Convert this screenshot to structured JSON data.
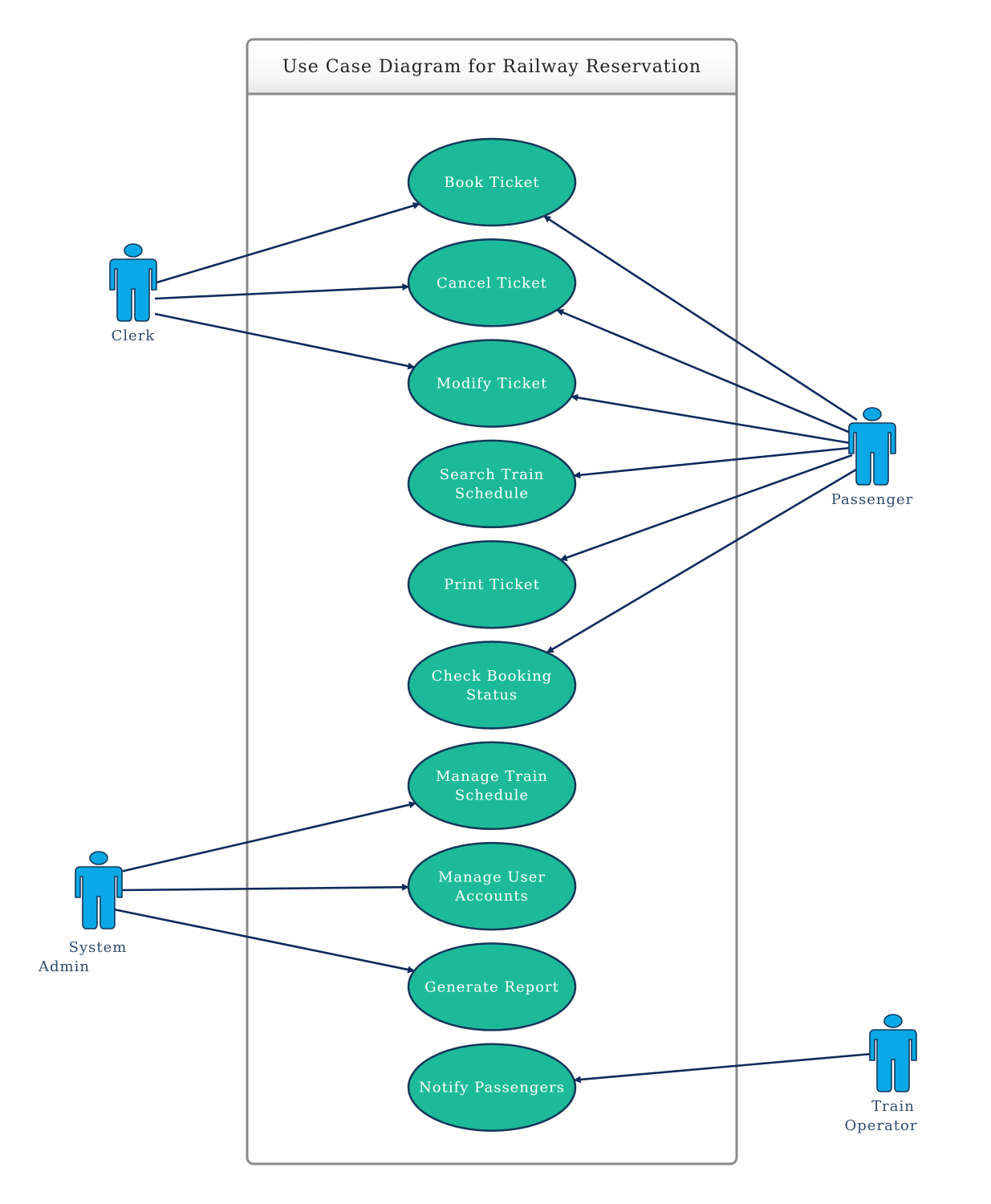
{
  "title": "Use Case Diagram for Railway Reservation",
  "colors": {
    "usecase_fill": "#1dba99",
    "usecase_stroke": "#14375a",
    "actor_fill": "#0aa8e6",
    "actor_stroke": "#14375a",
    "line": "#102a5c",
    "boundary": "#8a8a8a"
  },
  "actors": [
    {
      "id": "clerk",
      "lines": [
        "Clerk"
      ]
    },
    {
      "id": "passenger",
      "lines": [
        "Passenger"
      ]
    },
    {
      "id": "system-admin",
      "lines": [
        "System",
        "Admin"
      ]
    },
    {
      "id": "train-operator",
      "lines": [
        "Train",
        "Operator"
      ]
    }
  ],
  "use_cases": [
    {
      "id": "book-ticket",
      "lines": [
        "Book Ticket"
      ]
    },
    {
      "id": "cancel-ticket",
      "lines": [
        "Cancel Ticket"
      ]
    },
    {
      "id": "modify-ticket",
      "lines": [
        "Modify Ticket"
      ]
    },
    {
      "id": "search-train-schedule",
      "lines": [
        "Search Train",
        "Schedule"
      ]
    },
    {
      "id": "print-ticket",
      "lines": [
        "Print Ticket"
      ]
    },
    {
      "id": "check-booking-status",
      "lines": [
        "Check Booking",
        "Status"
      ]
    },
    {
      "id": "manage-train-schedule",
      "lines": [
        "Manage Train",
        "Schedule"
      ]
    },
    {
      "id": "manage-user-accounts",
      "lines": [
        "Manage User",
        "Accounts"
      ]
    },
    {
      "id": "generate-report",
      "lines": [
        "Generate Report"
      ]
    },
    {
      "id": "notify-passengers",
      "lines": [
        "Notify Passengers"
      ]
    }
  ],
  "associations": [
    {
      "from": "clerk",
      "to": "book-ticket"
    },
    {
      "from": "clerk",
      "to": "cancel-ticket"
    },
    {
      "from": "clerk",
      "to": "modify-ticket"
    },
    {
      "from": "passenger",
      "to": "book-ticket"
    },
    {
      "from": "passenger",
      "to": "cancel-ticket"
    },
    {
      "from": "passenger",
      "to": "modify-ticket"
    },
    {
      "from": "passenger",
      "to": "search-train-schedule"
    },
    {
      "from": "passenger",
      "to": "print-ticket"
    },
    {
      "from": "passenger",
      "to": "check-booking-status"
    },
    {
      "from": "system-admin",
      "to": "manage-train-schedule"
    },
    {
      "from": "system-admin",
      "to": "manage-user-accounts"
    },
    {
      "from": "system-admin",
      "to": "generate-report"
    },
    {
      "from": "train-operator",
      "to": "notify-passengers"
    }
  ]
}
